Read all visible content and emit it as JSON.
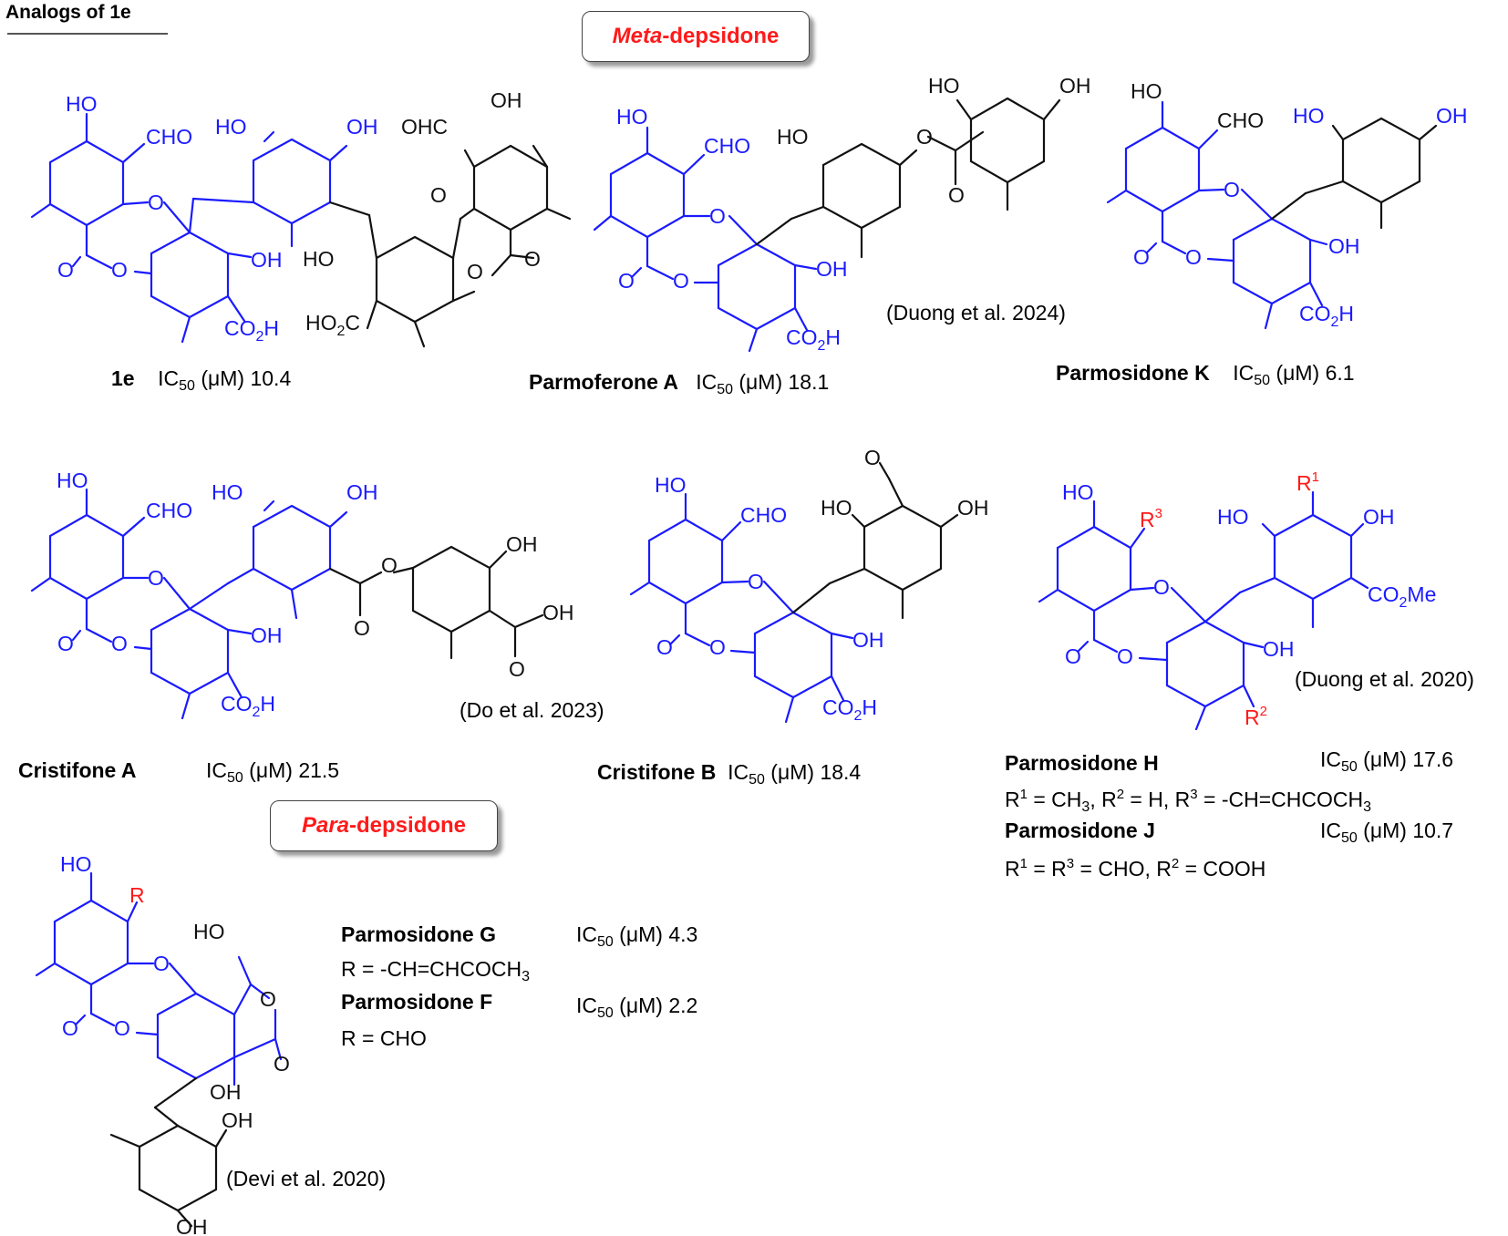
{
  "title": "Analogs of 1e",
  "badges": {
    "meta": [
      "Meta",
      "-depsidone"
    ],
    "para": [
      "Para",
      "-depsidone"
    ]
  },
  "compounds": {
    "c1e": {
      "name": "1e",
      "ic50_label": "IC",
      "ic50_sub": "50",
      "ic50_unit": " (μM) ",
      "ic50_value": "10.4"
    },
    "parmoferone_a": {
      "name": "Parmoferone A",
      "ic50_label": "IC",
      "ic50_sub": "50",
      "ic50_unit": " (μM) ",
      "ic50_value": "18.1"
    },
    "parmosidone_k": {
      "name": "Parmosidone K",
      "ic50_label": "IC",
      "ic50_sub": "50",
      "ic50_unit": " (μM) ",
      "ic50_value": "6.1"
    },
    "cristifone_a": {
      "name": "Cristifone A",
      "ic50_label": "IC",
      "ic50_sub": "50",
      "ic50_unit": " (μM) ",
      "ic50_value": "21.5"
    },
    "cristifone_b": {
      "name": "Cristifone B",
      "ic50_label": "IC",
      "ic50_sub": "50",
      "ic50_unit": " (μM) ",
      "ic50_value": "18.4"
    },
    "parmosidone_h": {
      "name": "Parmosidone H",
      "ic50_label": "IC",
      "ic50_sub": "50",
      "ic50_unit": " (μM) ",
      "ic50_value": "17.6",
      "r_def": [
        "R",
        "1",
        " = CH",
        "3",
        ", R",
        "2",
        " = H, R",
        "3",
        " = -CH=CHCOCH",
        "3"
      ]
    },
    "parmosidone_j": {
      "name": "Parmosidone J",
      "ic50_label": "IC",
      "ic50_sub": "50",
      "ic50_unit": " (μM) ",
      "ic50_value": "10.7",
      "r_def": [
        "R",
        "1",
        " =  R",
        "3",
        " = CHO, R",
        "2",
        " = COOH"
      ]
    },
    "parmosidone_g": {
      "name": "Parmosidone G",
      "ic50_label": "IC",
      "ic50_sub": "50",
      "ic50_unit": " (μM) ",
      "ic50_value": "4.3",
      "r_def": [
        "R = -CH=CHCOCH",
        "3"
      ]
    },
    "parmosidone_f": {
      "name": "Parmosidone F",
      "ic50_label": "IC",
      "ic50_sub": "50",
      "ic50_unit": " (μM) ",
      "ic50_value": "2.2",
      "r_def": [
        "R = CHO"
      ]
    }
  },
  "citations": {
    "duong2024": "(Duong et al. 2024)",
    "do2023": "(Do et al. 2023)",
    "duong2020": "(Duong et al. 2020)",
    "devi2020": "(Devi et al. 2020)"
  },
  "atoms": {
    "HO": "HO",
    "OH": "OH",
    "CHO": "CHO",
    "OHC": "OHC",
    "O": "O",
    "CO": "CO",
    "H": "H",
    "HO2C_a": "HO",
    "HO2C_b": "2",
    "HO2C_c": "C",
    "two": "2",
    "CO2Me_a": "CO",
    "CO2Me_b": "Me",
    "R": "R",
    "R1": "1",
    "R2": "2",
    "R3": "3"
  }
}
